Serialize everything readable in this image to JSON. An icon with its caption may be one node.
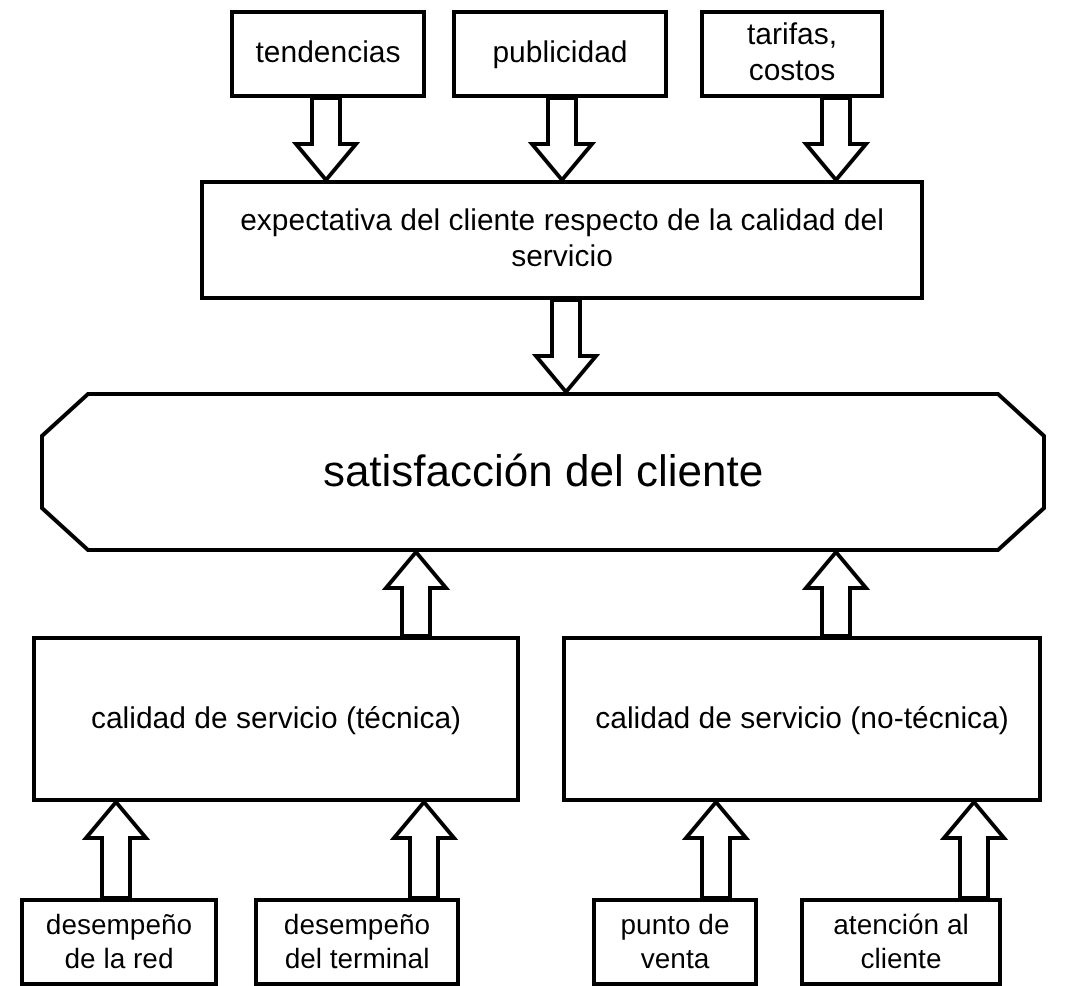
{
  "diagram": {
    "nodes": [
      {
        "text": [
          "tendencias"
        ]
      },
      {
        "text": [
          "publicidad"
        ]
      },
      {
        "text": [
          "tarifas, costos"
        ]
      },
      {
        "text": [
          "expectativa del cliente respecto de la calidad del servicio"
        ]
      },
      {
        "text": [
          "satisfacción del cliente"
        ]
      },
      {
        "text": [
          "calidad de servicio (técnica)"
        ]
      },
      {
        "text": [
          "calidad de servicio (no-técnica)"
        ]
      },
      {
        "text": [
          "desempeño de la red"
        ]
      },
      {
        "text": [
          "desempeño del terminal"
        ]
      },
      {
        "text": [
          "punto de venta"
        ]
      },
      {
        "text": [
          "atención al cliente"
        ]
      }
    ],
    "edges": [
      {
        "from": 0,
        "to": 3,
        "arrow": "to"
      },
      {
        "from": 1,
        "to": 3,
        "arrow": "to"
      },
      {
        "from": 2,
        "to": 3,
        "arrow": "to"
      },
      {
        "from": 3,
        "to": 4,
        "arrow": "to"
      },
      {
        "from": 5,
        "to": 4,
        "arrow": "to"
      },
      {
        "from": 6,
        "to": 4,
        "arrow": "to"
      },
      {
        "from": 7,
        "to": 5,
        "arrow": "to"
      },
      {
        "from": 8,
        "to": 5,
        "arrow": "to"
      },
      {
        "from": 9,
        "to": 6,
        "arrow": "to"
      },
      {
        "from": 10,
        "to": 6,
        "arrow": "to"
      }
    ]
  }
}
